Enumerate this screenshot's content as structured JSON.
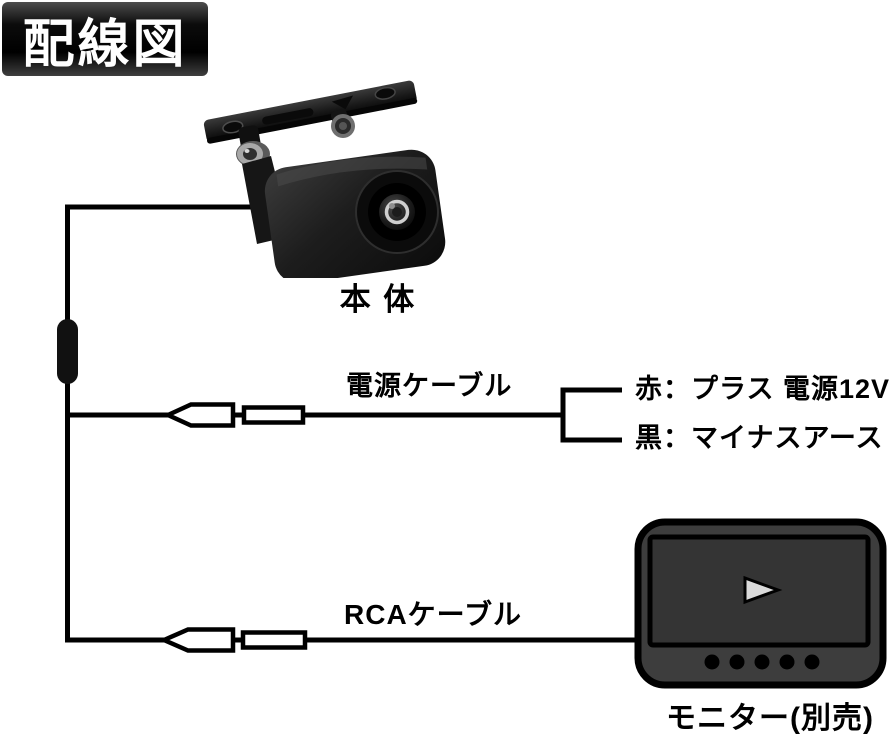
{
  "badge": {
    "label": "配線図"
  },
  "camera": {
    "label": "本 体"
  },
  "power": {
    "cable_label": "電源ケーブル",
    "red_label": "赤：プラス 電源12V",
    "black_label": "黒：マイナスアース"
  },
  "rca": {
    "cable_label": "RCAケーブル"
  },
  "monitor": {
    "label": "モニター(別売)"
  },
  "icons": {
    "play": "play-triangle",
    "ferrite_core": "ferrite-core-pill",
    "connector_plug": "cable-plug",
    "connector_sleeve": "cable-sleeve"
  },
  "colors": {
    "line": "#000000",
    "badge_bg": "#000000",
    "badge_text": "#ffffff",
    "connector_fill": "#ffffff",
    "monitor_body": "#3d3d3d",
    "monitor_screen": "#343434",
    "play_fill": "#d9d9d9"
  }
}
